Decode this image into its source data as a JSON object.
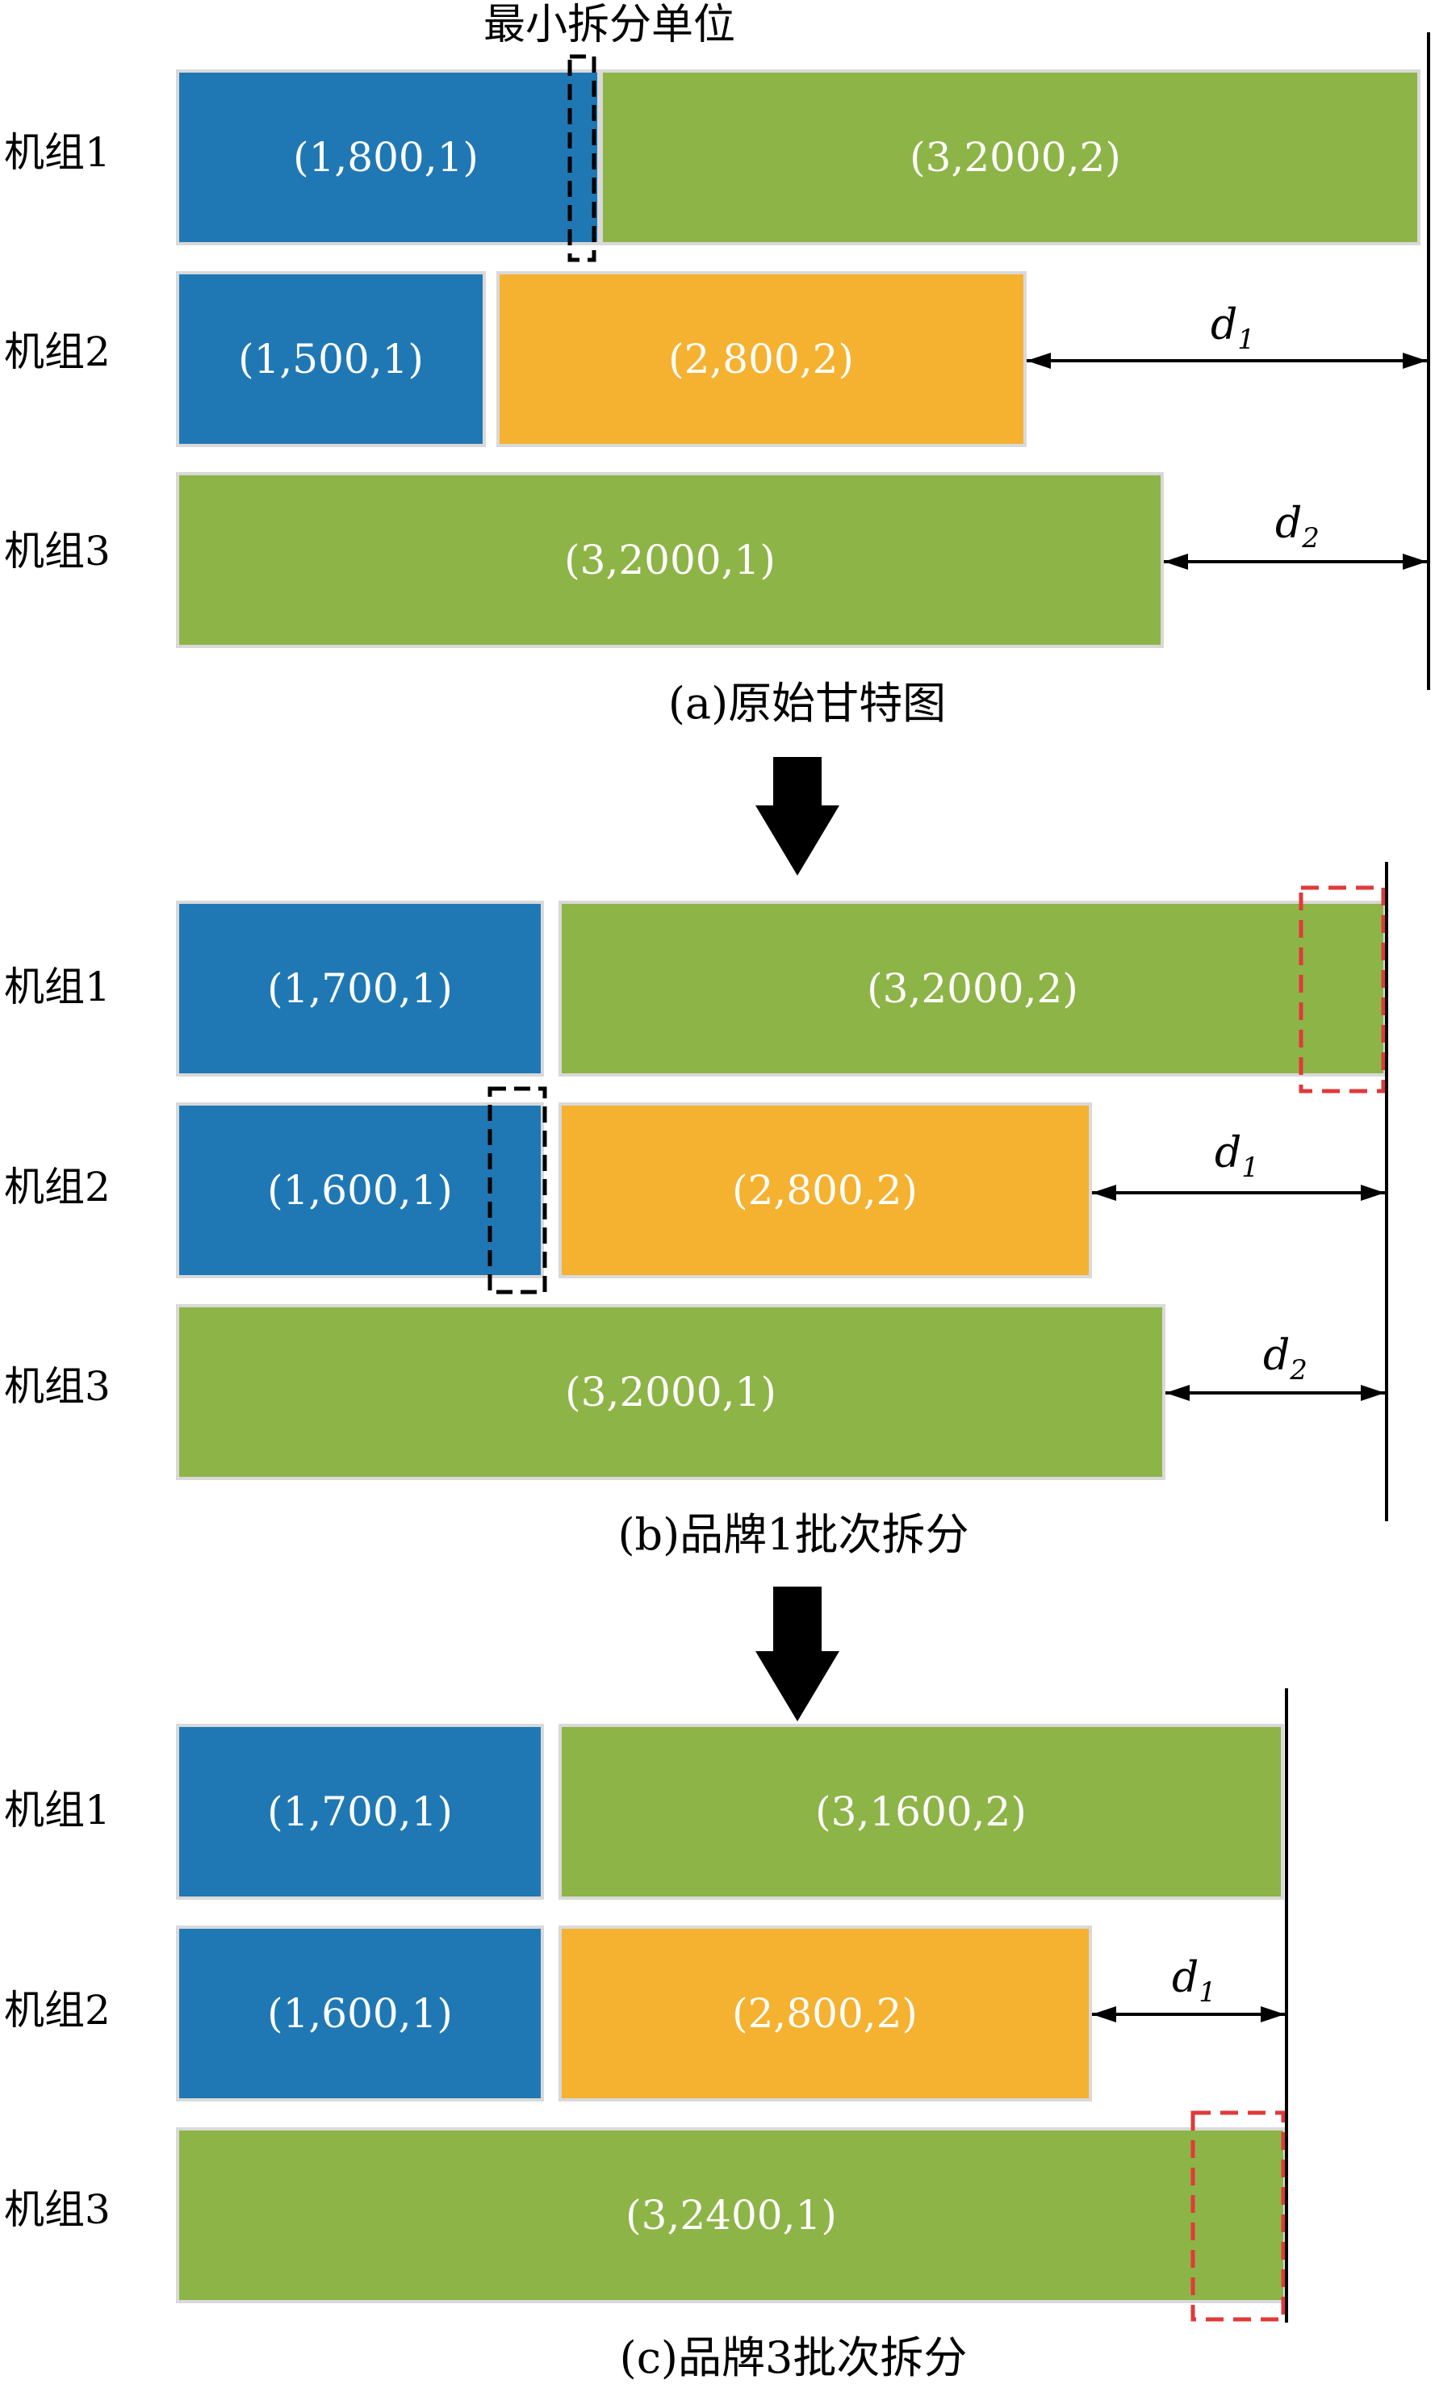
{
  "colors": {
    "blue": "#1f78b4",
    "orange": "#f5b130",
    "green": "#8db446",
    "box_border": "#d9d9d9",
    "red_dash": "#e03a3a",
    "black": "#000000"
  },
  "annotation_top": "最小拆分单位",
  "panels": [
    {
      "caption": "(a)原始甘特图",
      "rows": [
        {
          "label": "机组1",
          "bars": [
            {
              "text": "(1,800,1)",
              "color": "blue"
            },
            {
              "text": "(3,2000,2)",
              "color": "green"
            }
          ]
        },
        {
          "label": "机组2",
          "bars": [
            {
              "text": "(1,500,1)",
              "color": "blue"
            },
            {
              "text": "(2,800,2)",
              "color": "orange"
            }
          ]
        },
        {
          "label": "机组3",
          "bars": [
            {
              "text": "(3,2000,1)",
              "color": "green"
            }
          ]
        }
      ],
      "gaps": [
        {
          "base": "d",
          "sub": "1"
        },
        {
          "base": "d",
          "sub": "2"
        }
      ]
    },
    {
      "caption": "(b)品牌1批次拆分",
      "rows": [
        {
          "label": "机组1",
          "bars": [
            {
              "text": "(1,700,1)",
              "color": "blue"
            },
            {
              "text": "(3,2000,2)",
              "color": "green"
            }
          ]
        },
        {
          "label": "机组2",
          "bars": [
            {
              "text": "(1,600,1)",
              "color": "blue"
            },
            {
              "text": "(2,800,2)",
              "color": "orange"
            }
          ]
        },
        {
          "label": "机组3",
          "bars": [
            {
              "text": "(3,2000,1)",
              "color": "green"
            }
          ]
        }
      ],
      "gaps": [
        {
          "base": "d",
          "sub": "1"
        },
        {
          "base": "d",
          "sub": "2"
        }
      ]
    },
    {
      "caption": "(c)品牌3批次拆分",
      "rows": [
        {
          "label": "机组1",
          "bars": [
            {
              "text": "(1,700,1)",
              "color": "blue"
            },
            {
              "text": "(3,1600,2)",
              "color": "green"
            }
          ]
        },
        {
          "label": "机组2",
          "bars": [
            {
              "text": "(1,600,1)",
              "color": "blue"
            },
            {
              "text": "(2,800,2)",
              "color": "orange"
            }
          ]
        },
        {
          "label": "机组3",
          "bars": [
            {
              "text": "(3,2400,1)",
              "color": "green"
            }
          ]
        }
      ],
      "gaps": [
        {
          "base": "d",
          "sub": "1"
        }
      ]
    }
  ]
}
